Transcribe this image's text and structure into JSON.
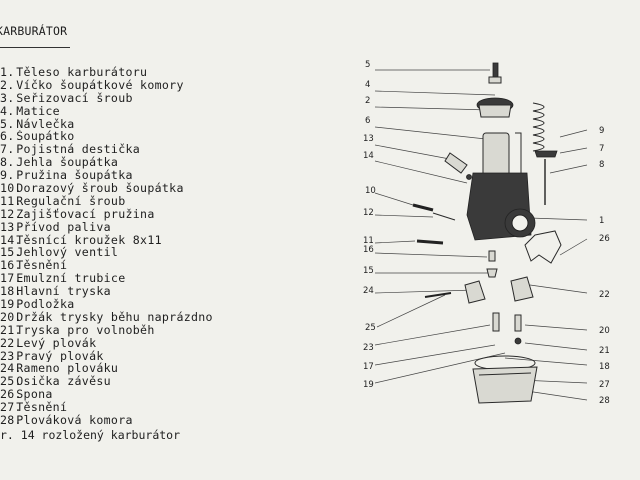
{
  "document": {
    "heading": "KARBURÁTOR",
    "caption": "r. 14  rozložený karburátor",
    "parts": [
      {
        "num": "1.",
        "name": "Těleso karburátoru"
      },
      {
        "num": "2.",
        "name": "Víčko šoupátkové komory"
      },
      {
        "num": "3.",
        "name": "Seřizovací šroub"
      },
      {
        "num": "4.",
        "name": "Matice"
      },
      {
        "num": "5.",
        "name": "Návlečka"
      },
      {
        "num": "6.",
        "name": "Šoupátko"
      },
      {
        "num": "7.",
        "name": "Pojistná destička"
      },
      {
        "num": "8.",
        "name": "Jehla šoupátka"
      },
      {
        "num": "9.",
        "name": "Pružina šoupátka"
      },
      {
        "num": "10.",
        "name": "Dorazový šroub šoupátka"
      },
      {
        "num": "11.",
        "name": "Regulační šroub"
      },
      {
        "num": "12.",
        "name": "Zajišťovací pružina"
      },
      {
        "num": "13.",
        "name": "Přívod paliva"
      },
      {
        "num": "14.",
        "name": "Těsnící kroužek 8x11"
      },
      {
        "num": "15.",
        "name": "Jehlový ventil"
      },
      {
        "num": "16.",
        "name": "Těsnění"
      },
      {
        "num": "17.",
        "name": "Emulzní trubice"
      },
      {
        "num": "18.",
        "name": "Hlavní tryska"
      },
      {
        "num": "19.",
        "name": "Podložka"
      },
      {
        "num": "20.",
        "name": "Držák trysky běhu  naprázdno"
      },
      {
        "num": "21.",
        "name": "Tryska pro volnoběh"
      },
      {
        "num": "22.",
        "name": "Levý plovák"
      },
      {
        "num": "23.",
        "name": "Pravý plovák"
      },
      {
        "num": "24.",
        "name": "Rameno plováku"
      },
      {
        "num": "25.",
        "name": "Osička závěsu"
      },
      {
        "num": "26.",
        "name": "Spona"
      },
      {
        "num": "27.",
        "name": "Těsnění"
      },
      {
        "num": "28.",
        "name": "Plováková komora"
      }
    ]
  },
  "diagram": {
    "callouts": [
      "5",
      "4",
      "2",
      "6",
      "13",
      "14",
      "10",
      "12",
      "11",
      "16",
      "15",
      "24",
      "25",
      "23",
      "17",
      "19",
      "9",
      "7",
      "8",
      "1",
      "26",
      "22",
      "20",
      "21",
      "18",
      "27",
      "28"
    ],
    "icons": [
      "carburetor-exploded-view"
    ]
  }
}
